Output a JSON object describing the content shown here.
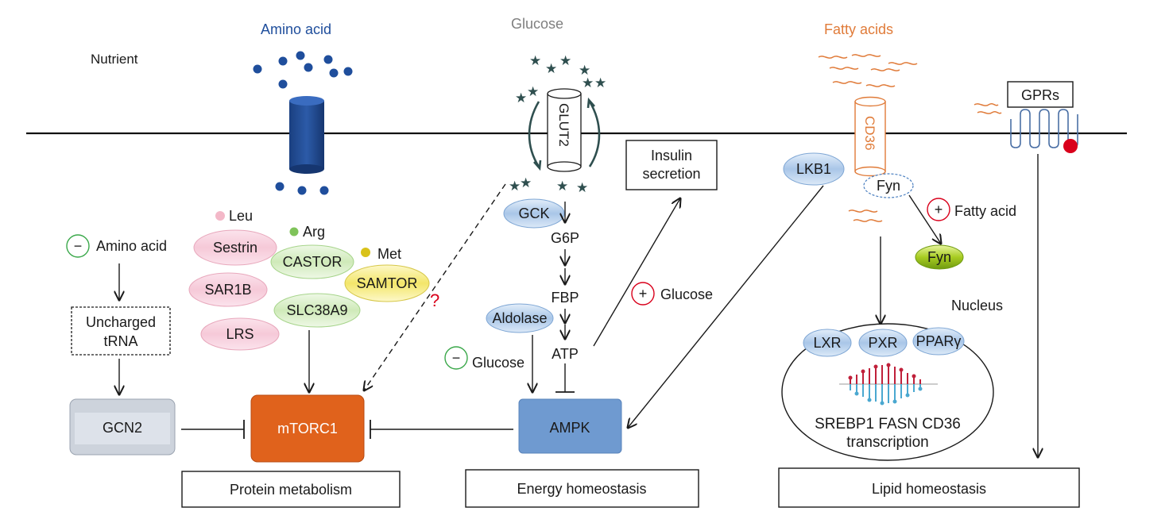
{
  "header": {
    "nutrient": "Nutrient",
    "amino_acid": "Amino acid",
    "glucose": "Glucose",
    "fatty_acids": "Fatty acids"
  },
  "transporters": {
    "glut2": "GLUT2",
    "cd36": "CD36",
    "gprs": "GPRs"
  },
  "amino_acid_pathway": {
    "minus_sign": "−",
    "minus_label": "Amino acid",
    "uncharged_trna_line1": "Uncharged",
    "uncharged_trna_line2": "tRNA",
    "gcn2": "GCN2",
    "leu": "Leu",
    "arg": "Arg",
    "met": "Met",
    "sestrin": "Sestrin",
    "castor": "CASTOR",
    "samtor": "SAMTOR",
    "sar1b": "SAR1B",
    "slc38a9": "SLC38A9",
    "lrs": "LRS",
    "question_mark": "?",
    "mtorc1": "mTORC1"
  },
  "glucose_pathway": {
    "gck": "GCK",
    "g6p": "G6P",
    "fbp": "FBP",
    "aldolase": "Aldolase",
    "atp": "ATP",
    "insulin_line1": "Insulin",
    "insulin_line2": "secretion",
    "plus_sign": "+",
    "plus_glucose": "Glucose",
    "minus_sign": "−",
    "minus_glucose": "Glucose",
    "ampk": "AMPK"
  },
  "lipid_pathway": {
    "lkb1": "LKB1",
    "fyn": "Fyn",
    "fyn_active": "Fyn",
    "plus_sign": "+",
    "plus_fatty_acid": "Fatty acid",
    "nucleus": "Nucleus",
    "lxr": "LXR",
    "pxr": "PXR",
    "ppar": "PPARγ",
    "transcription_line1": "SREBP1 FASN CD36",
    "transcription_line2": "transcription"
  },
  "outputs": {
    "protein": "Protein metabolism",
    "energy": "Energy homeostasis",
    "lipid": "Lipid homeostasis"
  },
  "colors": {
    "amino_blue": "#1f4e9c",
    "glucose_gray": "#7f7f7f",
    "fatty_orange": "#e07b39",
    "mtorc1_fill": "#e0621c",
    "ampk_fill": "#6f9ad0",
    "gcn2_fill": "#cdd3dc",
    "star_color": "#2f4f4f",
    "fyn_active_fill": "#9acd32",
    "red_dot": "#d9001b"
  }
}
